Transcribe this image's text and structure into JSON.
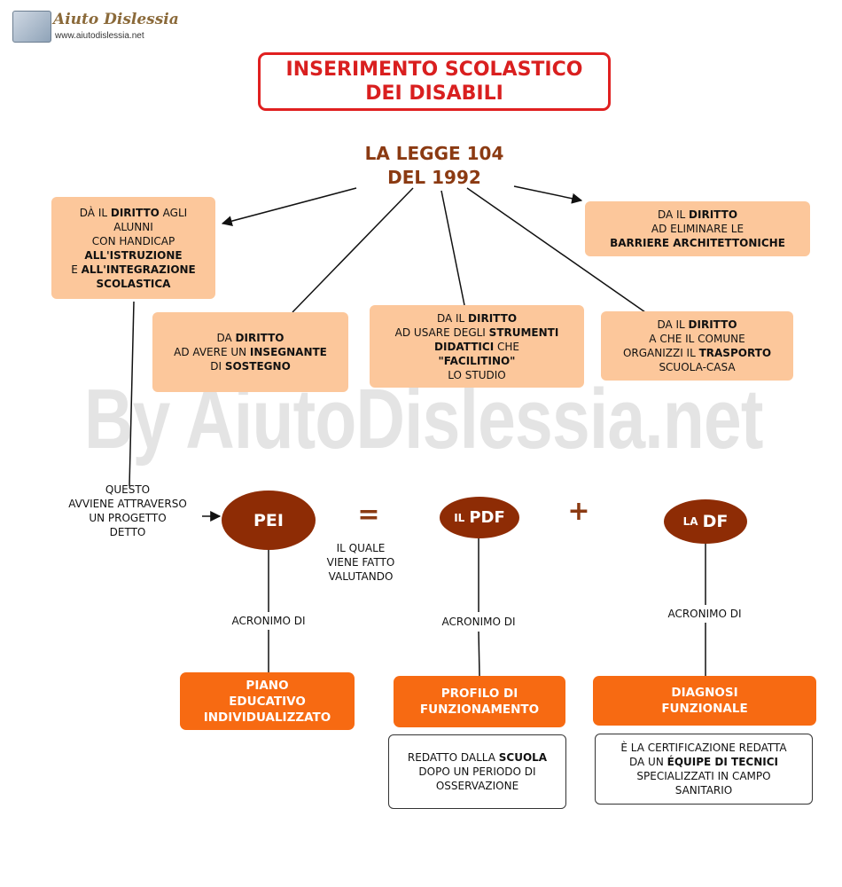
{
  "header": {
    "logo_title": "Aiuto Dislessia",
    "logo_url": "www.aiutodislessia.net"
  },
  "watermark": "By AiutoDislessia.net",
  "title": {
    "line1": "INSERIMENTO SCOLASTICO",
    "line2": "DEI DISABILI"
  },
  "law": {
    "line1": "LA LEGGE 104",
    "line2": "DEL 1992"
  },
  "rights": {
    "istruzione": {
      "l1a": "DÀ IL ",
      "l1b": "DIRITTO",
      "l1c": " AGLI",
      "l2": "ALUNNI",
      "l3": "CON HANDICAP",
      "l4": "ALL'ISTRUZIONE",
      "l5a": "E ",
      "l5b": "ALL'INTEGRAZIONE",
      "l6": "SCOLASTICA"
    },
    "barriere": {
      "l1a": "DA IL ",
      "l1b": "DIRITTO",
      "l2": "AD ELIMINARE LE",
      "l3": "BARRIERE ARCHITETTONICHE"
    },
    "sostegno": {
      "l1a": "DA ",
      "l1b": "DIRITTO",
      "l2a": "AD AVERE UN ",
      "l2b": "INSEGNANTE",
      "l3a": "DI ",
      "l3b": "SOSTEGNO"
    },
    "strumenti": {
      "l1a": "DA IL ",
      "l1b": "DIRITTO",
      "l2a": "AD USARE DEGLI ",
      "l2b": "STRUMENTI",
      "l3a": "DIDATTICI",
      "l3b": " CHE",
      "l4": "\"FACILITINO\"",
      "l5": "LO  STUDIO"
    },
    "trasporto": {
      "l1a": "DA IL ",
      "l1b": "DIRITTO",
      "l2": "A CHE IL COMUNE",
      "l3a": "ORGANIZZI IL ",
      "l3b": "TRASPORTO",
      "l4": "SCUOLA-CASA"
    }
  },
  "questo": {
    "l1": "QUESTO",
    "l2": "AVVIENE ATTRAVERSO",
    "l3": "UN PROGETTO",
    "l4": "DETTO"
  },
  "pei": {
    "label": "PEI",
    "acronym_of": "ACRONIMO DI",
    "full": {
      "l1": "PIANO",
      "l2": "EDUCATIVO",
      "l3": "INDIVIDUALIZZATO"
    }
  },
  "equals": "=",
  "plus": "+",
  "quale": {
    "l1": "IL QUALE",
    "l2": "VIENE FATTO",
    "l3": "VALUTANDO"
  },
  "pdf": {
    "prefix": "IL",
    "label": "PDF",
    "acronym_of": "ACRONIMO DI",
    "full": {
      "l1": "PROFILO DI",
      "l2": "FUNZIONAMENTO"
    },
    "note": {
      "l1a": "REDATTO DALLA ",
      "l1b": "SCUOLA",
      "l2": "DOPO UN PERIODO DI",
      "l3": "OSSERVAZIONE"
    }
  },
  "df": {
    "prefix": "LA",
    "label": "DF",
    "acronym_of": "ACRONIMO DI",
    "full": {
      "l1": "DIAGNOSI",
      "l2": "FUNZIONALE"
    },
    "note": {
      "l1": "È LA CERTIFICAZIONE REDATTA",
      "l2a": "DA UN ",
      "l2b": "ÉQUIPE DI TECNICI",
      "l3": "SPECIALIZZATI IN CAMPO",
      "l4": "SANITARIO"
    }
  },
  "colors": {
    "title_border": "#e02020",
    "title_text": "#d91f1f",
    "law_text": "#8b3a12",
    "peach_box": "#fcc79b",
    "orange_box": "#f76a12",
    "ellipse": "#8e2c05"
  }
}
